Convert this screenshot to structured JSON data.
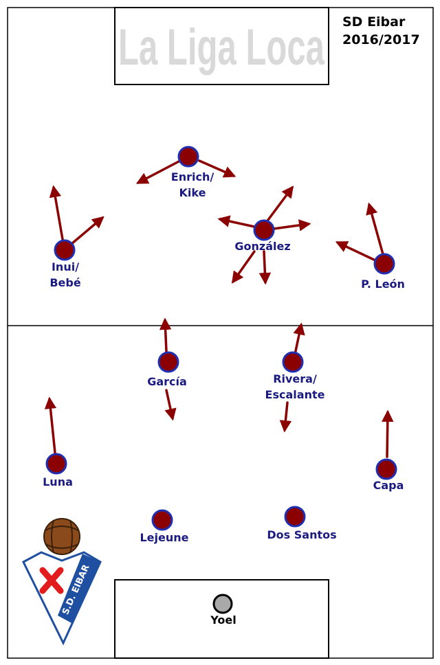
{
  "header": {
    "title": "La Liga Loca",
    "club_name": "SD Eibar",
    "season": "2016/2017"
  },
  "colors": {
    "player_fill": "#8b0000",
    "player_ring": "#1f2fb0",
    "arrow": "#8b0000",
    "label": "#1a1a80",
    "goalkeeper_fill": "#a9a9a9",
    "pitch_line": "#000000",
    "title_text": "#d9d9d9",
    "crest_blue": "#1f4fa0",
    "crest_cross": "#e21c1c",
    "crest_ball": "#8a4a1c"
  },
  "crest": {
    "text": "S.D. EIBAR",
    "icons": [
      "football-icon",
      "red-cross-icon"
    ]
  },
  "players": [
    {
      "id": "enrich",
      "label": [
        "Enrich/",
        "Kike"
      ],
      "role": "outfield"
    },
    {
      "id": "inui",
      "label": [
        "Inui/",
        "Bebé"
      ],
      "role": "outfield"
    },
    {
      "id": "gonzalez",
      "label": [
        "González"
      ],
      "role": "outfield"
    },
    {
      "id": "leon",
      "label": [
        "P. León"
      ],
      "role": "outfield"
    },
    {
      "id": "garcia",
      "label": [
        "García"
      ],
      "role": "outfield"
    },
    {
      "id": "rivera",
      "label": [
        "Rivera/",
        "Escalante"
      ],
      "role": "outfield"
    },
    {
      "id": "luna",
      "label": [
        "Luna"
      ],
      "role": "outfield"
    },
    {
      "id": "capa",
      "label": [
        "Capa"
      ],
      "role": "outfield"
    },
    {
      "id": "lejeune",
      "label": [
        "Lejeune"
      ],
      "role": "outfield"
    },
    {
      "id": "dossantos",
      "label": [
        "Dos Santos"
      ],
      "role": "outfield"
    },
    {
      "id": "yoel",
      "label": [
        "Yoel"
      ],
      "role": "goalkeeper"
    }
  ]
}
